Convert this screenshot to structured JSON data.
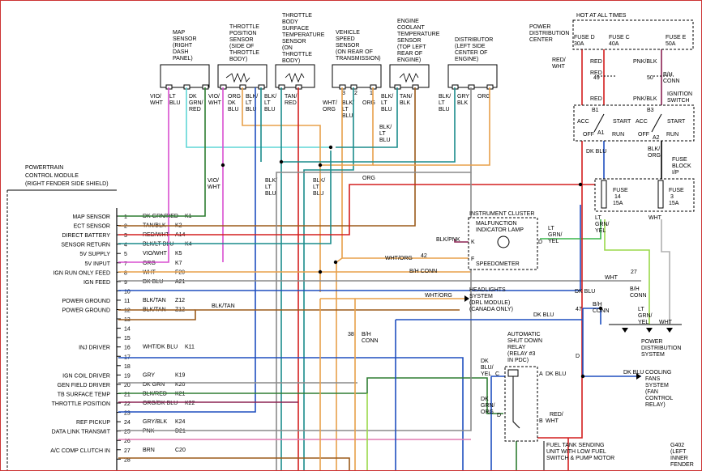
{
  "colors": {
    "red": "#d41e1e",
    "magenta": "#d94fd0",
    "cyan": "#5fd6d6",
    "orange": "#e8a04a",
    "brown": "#9b5a1a",
    "blue": "#1f4fbf",
    "teal": "#1a8c8c",
    "green": "#39b54a",
    "lime": "#9ad84a",
    "darkgreen": "#2e7d32",
    "gray": "#8a8a8a",
    "purple": "#8b2252",
    "pink": "#e07ab0",
    "black": "#222222"
  },
  "sensors": {
    "map": [
      "MAP",
      "SENSOR",
      "(RIGHT",
      "DASH",
      "PANEL)"
    ],
    "tps": [
      "THROTTLE",
      "POSITION",
      "SENSOR",
      "(SIDE OF",
      "THROTTLE",
      "BODY)"
    ],
    "tbst": [
      "THROTTLE",
      "BODY",
      "SURFACE",
      "TEMPERATURE",
      "SENSOR",
      "(ON",
      "THROTTLE",
      "BODY)"
    ],
    "vss": [
      "VEHICLE",
      "SPEED",
      "SENSOR",
      "(ON REAR OF",
      "TRANSMISSION)"
    ],
    "ect": [
      "ENGINE",
      "COOLANT",
      "TEMPERATURE",
      "SENSOR",
      "(TOP LEFT",
      "REAR OF",
      "ENGINE)"
    ],
    "dist": [
      "DISTRIBUTOR",
      "(LEFT SIDE",
      "CENTER OF",
      "ENGINE)"
    ]
  },
  "sensor_wires": {
    "map": [
      "VIO/",
      "WHT",
      "LT",
      "BLU",
      "DK",
      "GRN/",
      "RED"
    ],
    "tps": [
      "VIO/",
      "WHT",
      "ORG",
      "DK",
      "BLU",
      "BLK/",
      "LT",
      "BLU"
    ],
    "tbst": [
      "BLK/",
      "LT",
      "BLU",
      "TAN/",
      "RED"
    ],
    "vss": [
      "WHT/",
      "ORG",
      "BLK/",
      "LT",
      "BLU",
      "ORG"
    ],
    "vss_pins": [
      "3",
      "2",
      "1"
    ],
    "ect": [
      "BLK/",
      "LT",
      "BLU",
      "TAN/",
      "BLK"
    ],
    "dist": [
      "BLK/",
      "LT",
      "BLU",
      "GRY",
      "BLK",
      "ORG"
    ]
  },
  "pcm_title": [
    "POWERTRAIN",
    "CONTROL MODULE",
    "(RIGHT FENDER SIDE SHIELD)"
  ],
  "pcm_pins": [
    {
      "num": "1",
      "label": "MAP SENSOR",
      "wire": "DK GRN/RED",
      "circuit": "K1"
    },
    {
      "num": "2",
      "label": "ECT SENSOR",
      "wire": "TAN/BLK",
      "circuit": "K2"
    },
    {
      "num": "3",
      "label": "DIRECT BATTERY",
      "wire": "RED/WHT",
      "circuit": "A14"
    },
    {
      "num": "4",
      "label": "SENSOR RETURN",
      "wire": "BLK/LT BLU",
      "circuit": "K4"
    },
    {
      "num": "5",
      "label": "5V SUPPLY",
      "wire": "VIO/WHT",
      "circuit": "K5"
    },
    {
      "num": "7",
      "label": "5V INPUT",
      "wire": "ORG",
      "circuit": "K7"
    },
    {
      "num": "8",
      "label": "IGN RUN ONLY FEED",
      "wire": "WHT",
      "circuit": "F20"
    },
    {
      "num": "9",
      "label": "IGN FEED",
      "wire": "DK BLU",
      "circuit": "A21"
    },
    {
      "num": "10",
      "label": "",
      "wire": "",
      "circuit": ""
    },
    {
      "num": "11",
      "label": "POWER GROUND",
      "wire": "BLK/TAN",
      "circuit": "Z12"
    },
    {
      "num": "12",
      "label": "POWER GROUND",
      "wire": "BLK/TAN",
      "circuit": "Z12"
    },
    {
      "num": "13",
      "label": "",
      "wire": "",
      "circuit": ""
    },
    {
      "num": "14",
      "label": "",
      "wire": "",
      "circuit": ""
    },
    {
      "num": "15",
      "label": "",
      "wire": "",
      "circuit": ""
    },
    {
      "num": "16",
      "label": "INJ DRIVER",
      "wire": "WHT/DK BLU",
      "circuit": "K11"
    },
    {
      "num": "17",
      "label": "",
      "wire": "",
      "circuit": ""
    },
    {
      "num": "18",
      "label": "",
      "wire": "",
      "circuit": ""
    },
    {
      "num": "19",
      "label": "IGN COIL DRIVER",
      "wire": "GRY",
      "circuit": "K19"
    },
    {
      "num": "20",
      "label": "GEN FIELD DRIVER",
      "wire": "DK GRN",
      "circuit": "K20"
    },
    {
      "num": "21",
      "label": "TB SURFACE TEMP",
      "wire": "BLK/RED",
      "circuit": "K21"
    },
    {
      "num": "22",
      "label": "THROTTLE POSITION",
      "wire": "ORG/DK BLU",
      "circuit": "K22"
    },
    {
      "num": "23",
      "label": "",
      "wire": "",
      "circuit": ""
    },
    {
      "num": "24",
      "label": "REF PICKUP",
      "wire": "GRY/BLK",
      "circuit": "K24"
    },
    {
      "num": "25",
      "label": "DATA LINK TRANSMIT",
      "wire": "PNK",
      "circuit": "D21"
    },
    {
      "num": "26",
      "label": "",
      "wire": "",
      "circuit": ""
    },
    {
      "num": "27",
      "label": "A/C COMP CLUTCH IN",
      "wire": "BRN",
      "circuit": "C20"
    },
    {
      "num": "28",
      "label": "",
      "wire": "",
      "circuit": ""
    }
  ],
  "pdc": {
    "title": [
      "POWER",
      "DISTRIBUTION",
      "CENTER"
    ],
    "hot": "HOT AT ALL TIMES",
    "fuses": [
      [
        "FUSE D",
        "30A"
      ],
      [
        "FUSE C",
        "40A"
      ],
      [
        "FUSE E",
        "50A"
      ]
    ],
    "red_wht": [
      "RED/",
      "WHT"
    ],
    "red": "RED",
    "pnk_blk": "PNK/BLK",
    "c49": "49",
    "c50": "50",
    "bh_conn": [
      "B/H",
      "CONN"
    ]
  },
  "ign_switch": {
    "title": [
      "IGNITION",
      "SWITCH"
    ],
    "b1": "B1",
    "b3": "B3",
    "a1": "A1",
    "a2": "A2",
    "acc": "ACC",
    "start": "START",
    "off": "OFF",
    "run": "RUN",
    "dk_blu": "DK BLU",
    "blk_org": [
      "BLK/",
      "ORG"
    ]
  },
  "fuse_block": {
    "title": [
      "FUSE",
      "BLOCK",
      "I/P"
    ],
    "f14": [
      "FUSE",
      "14",
      "15A"
    ],
    "f3": [
      "FUSE",
      "3",
      "15A"
    ],
    "w1": [
      "LT",
      "GRN/",
      "YEL"
    ],
    "w2": "WHT"
  },
  "cluster": {
    "title": "INSTRUMENT CLUSTER",
    "mil": [
      "MALFUNCTION",
      "INDICATOR LAMP"
    ],
    "speedo": "SPEEDOMETER",
    "d": "D",
    "f": "F",
    "blk_pnk": "BLK/PNK",
    "k": "K",
    "wht_org": "WHT/ORG",
    "c42": "42",
    "bh_conn": "B/H CONN",
    "lt_grn_yel": [
      "LT",
      "GRN/",
      "YEL"
    ]
  },
  "headlights": [
    "HEADLIGHTS",
    "SYSTEM",
    "(DRL MODULE)",
    "(CANADA ONLY)"
  ],
  "hl_wire": "WHT/ORG",
  "blk_tan": "BLK/TAN",
  "vio_wht": [
    "VIO/",
    "WHT"
  ],
  "wht_org2": "WHT/ORG",
  "blk_lt_blu": [
    "BLK/",
    "LT",
    "BLU"
  ],
  "org": "ORG",
  "conn38": [
    "38",
    "B/H",
    "CONN"
  ],
  "pd_system": {
    "title": [
      "POWER",
      "DISTRIBUTION",
      "SYSTEM"
    ],
    "dk_blu": "DK BLU",
    "lt_grn_yel": [
      "LT",
      "GRN/",
      "YEL"
    ],
    "wht": "WHT",
    "c47": "47",
    "c27": "27",
    "bh_conn": [
      "B/H",
      "CONN"
    ]
  },
  "asd": {
    "title": [
      "AUTOMATIC",
      "SHUT DOWN",
      "RELAY",
      "(RELAY #3",
      "IN PDC)"
    ],
    "dk_blu_yel": [
      "DK",
      "BLU/",
      "YEL"
    ],
    "c": "C",
    "a": "A",
    "b": "B",
    "dk_grn_org": [
      "DK",
      "GRN/",
      "ORG"
    ],
    "d": "D",
    "red_wht": [
      "RED/",
      "WHT"
    ],
    "dk_blu": "DK BLU",
    "dk_blu2": "DK BLU"
  },
  "cooling": [
    "COOLING",
    "FANS",
    "SYSTEM",
    "(FAN",
    "CONTROL",
    "RELAY)"
  ],
  "fuel": [
    "FUEL TANK SENDING",
    "UNIT WITH LOW FUEL",
    "SWITCH & PUMP MOTOR"
  ],
  "g402": [
    "G402",
    "(LEFT",
    "INNER",
    "FENDER"
  ],
  "wht": "WHT",
  "dk_blu": "DK BLU",
  "k_blk": "BLK"
}
